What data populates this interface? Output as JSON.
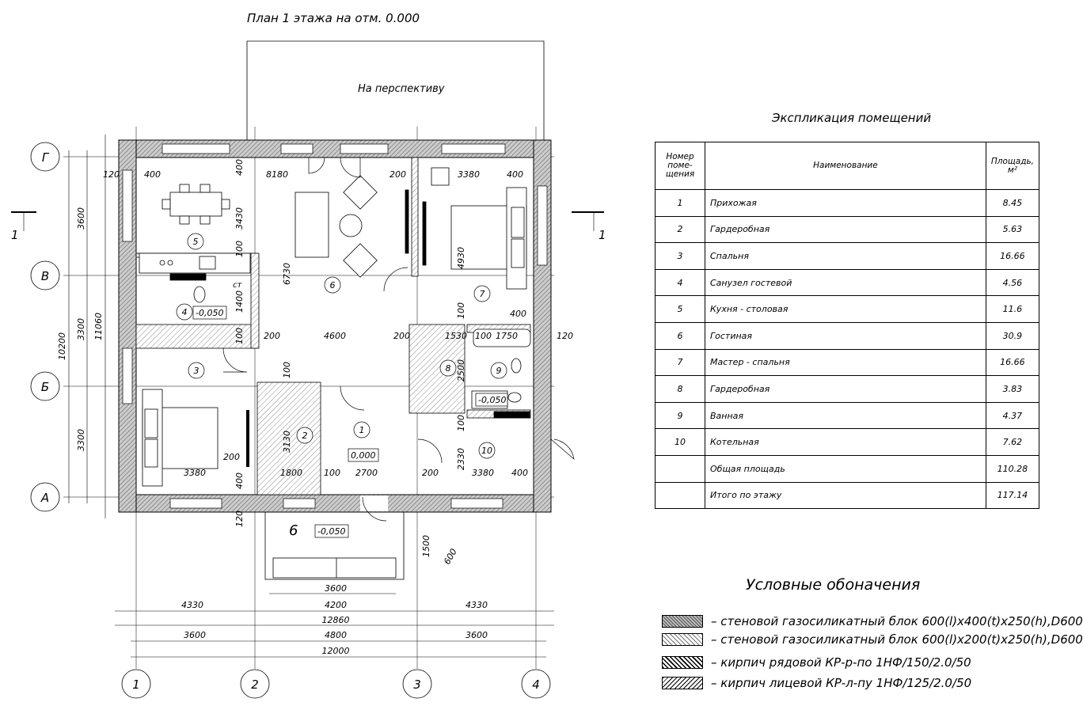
{
  "plan": {
    "title": "План 1 этажа на отм. 0.000",
    "perspective_label": "На перспективу",
    "section_label": "1",
    "axes_letters": [
      "Г",
      "В",
      "Б",
      "А"
    ],
    "axes_numbers": [
      "1",
      "2",
      "3",
      "4"
    ],
    "room_numbers": [
      "1",
      "2",
      "3",
      "4",
      "5",
      "6",
      "7",
      "8",
      "9",
      "10"
    ],
    "levels": [
      "0,000",
      "-0,050",
      "-0,050",
      "-0,050"
    ],
    "porch_label": "6",
    "appliance_label": "ст",
    "dims": {
      "left": [
        "3600",
        "3300",
        "3300",
        "10200",
        "11060",
        "120",
        "120"
      ],
      "bottom": [
        "4330",
        "4200",
        "4330",
        "12860",
        "3600",
        "4800",
        "3600",
        "12000",
        "3600"
      ],
      "porch": [
        "1500",
        "600"
      ],
      "inner": [
        "400",
        "8180",
        "200",
        "3380",
        "400",
        "3430",
        "400",
        "100",
        "100",
        "6730",
        "1400",
        "100",
        "200",
        "4600",
        "200",
        "1530",
        "100",
        "1750",
        "120",
        "4930",
        "100",
        "2500",
        "3130",
        "100",
        "2330",
        "200",
        "3380",
        "1800",
        "100",
        "2700",
        "200",
        "3380",
        "400",
        "400",
        "400"
      ]
    }
  },
  "explication": {
    "title": "Экспликация помещений",
    "headers": {
      "number": "Номер поме- щения",
      "name": "Наименование",
      "area": "Площадь, м²"
    },
    "rows": [
      {
        "num": "1",
        "name": "Прихожая",
        "area": "8.45"
      },
      {
        "num": "2",
        "name": "Гардеробная",
        "area": "5.63"
      },
      {
        "num": "3",
        "name": "Спальня",
        "area": "16.66"
      },
      {
        "num": "4",
        "name": "Санузел гостевой",
        "area": "4.56"
      },
      {
        "num": "5",
        "name": "Кухня - столовая",
        "area": "11.6"
      },
      {
        "num": "6",
        "name": "Гостиная",
        "area": "30.9"
      },
      {
        "num": "7",
        "name": "Мастер - спальня",
        "area": "16.66"
      },
      {
        "num": "8",
        "name": "Гардеробная",
        "area": "3.83"
      },
      {
        "num": "9",
        "name": "Ванная",
        "area": "4.37"
      },
      {
        "num": "10",
        "name": "Котельная",
        "area": "7.62"
      },
      {
        "num": "",
        "name": "Общая площадь",
        "area": "110.28"
      },
      {
        "num": "",
        "name": "Итого по этажу",
        "area": "117.14"
      }
    ]
  },
  "legend": {
    "title": "Условные обоначения",
    "items": [
      {
        "text": "– стеновой газосиликатный блок 600(l)x400(t)x250(h),D600",
        "pattern": "gas-block-400"
      },
      {
        "text": "– стеновой газосиликатный блок 600(l)x200(t)x250(h),D600",
        "pattern": "gas-block-200"
      },
      {
        "text": "– кирпич рядовой КР-р-по 1НФ/150/2.0/50",
        "pattern": "ordinary-brick"
      },
      {
        "text": "– кирпич лицевой КР-л-пу 1НФ/125/2.0/50",
        "pattern": "facing-brick"
      }
    ]
  }
}
